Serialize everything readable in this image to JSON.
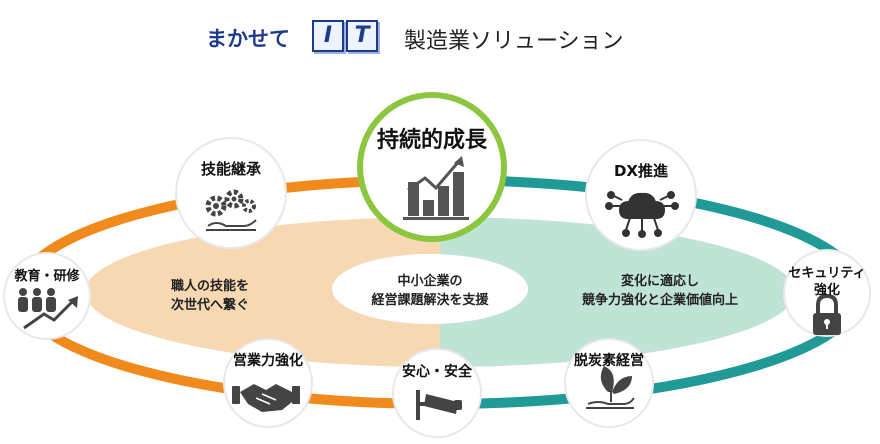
{
  "header": {
    "brand": "まかせて",
    "brand_blocks": [
      "I",
      "T"
    ],
    "suffix": "製造業ソリューション"
  },
  "center": {
    "label": "持続的成長",
    "icon": "growth-bar-chart-icon"
  },
  "core": {
    "line1": "中小企業の",
    "line2": "経営課題解決を支援"
  },
  "left_region": {
    "line1": "職人の技能を",
    "line2": "次世代へ繋ぐ",
    "color": "#f6d8b3"
  },
  "right_region": {
    "line1": "変化に適応し",
    "line2": "競争力強化と企業価値向上",
    "color": "#bfe3d5"
  },
  "nodes": {
    "skill": {
      "label": "技能継承",
      "icon": "gears-hand-icon"
    },
    "dx": {
      "label": "DX推進",
      "icon": "cloud-network-icon"
    },
    "education": {
      "label": "教育・研修",
      "icon": "people-growth-icon"
    },
    "security": {
      "label1": "セキュリティ",
      "label2": "強化",
      "icon": "padlock-icon"
    },
    "sales": {
      "label": "営業力強化",
      "icon": "handshake-icon"
    },
    "safety": {
      "label": "安心・安全",
      "icon": "security-camera-icon"
    },
    "decarbon": {
      "label": "脱炭素経営",
      "icon": "leaf-hand-icon"
    }
  },
  "colors": {
    "orange": "#f08a1c",
    "teal": "#1f9a96",
    "green": "#8cc63f",
    "navy": "#1e3a8a"
  }
}
